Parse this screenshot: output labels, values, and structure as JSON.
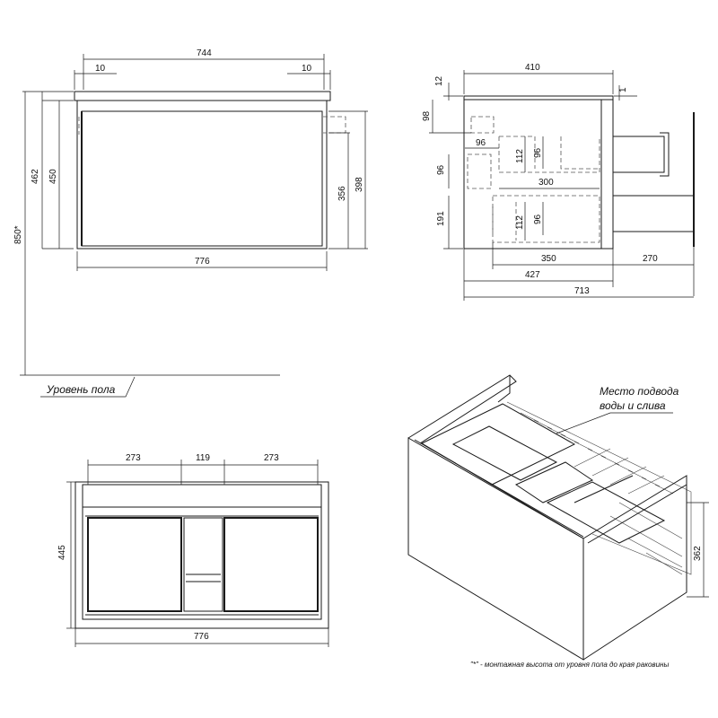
{
  "front_view": {
    "dims": {
      "top_width": "744",
      "left_offset": "10",
      "right_offset": "10",
      "height_462": "462",
      "height_450": "450",
      "height_356": "356",
      "height_398": "398",
      "width_776": "776",
      "mount_height": "850*"
    },
    "floor_label": "Уровень пола"
  },
  "side_view": {
    "dims": {
      "width_410": "410",
      "top_12": "12",
      "gap_1": "1",
      "height_98": "98",
      "width_96": "96",
      "height_112": "112",
      "height_96a": "96",
      "height_96b": "96",
      "width_300": "300",
      "height_191": "191",
      "height_112b": "112",
      "height_96c": "96",
      "width_350": "350",
      "width_270": "270",
      "width_427": "427",
      "width_713": "713"
    }
  },
  "top_view": {
    "dims": {
      "width_273a": "273",
      "width_119": "119",
      "width_273b": "273",
      "height_445": "445",
      "width_776": "776"
    }
  },
  "iso_view": {
    "callout": [
      "Место подвода",
      "воды и слива"
    ],
    "dim_362": "362"
  },
  "footnote": "\"*\" - монтажная высота от уровня пола до края раковины"
}
